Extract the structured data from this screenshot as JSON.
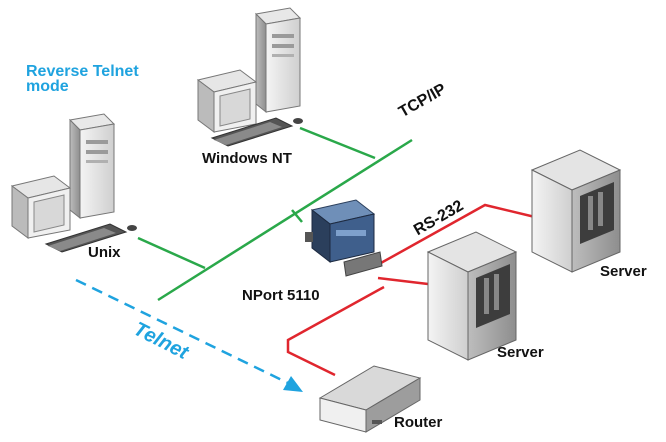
{
  "diagram": {
    "mode_label_line1": "Reverse Telnet",
    "mode_label_line2": "mode",
    "windows_label": "Windows NT",
    "unix_label": "Unix",
    "tcpip_label": "TCP/IP",
    "rs232_label": "RS-232",
    "nport_label": "NPort 5110",
    "server1_label": "Server",
    "server2_label": "Server",
    "router_label": "Router",
    "telnet_label": "Telnet"
  },
  "colors": {
    "network_line": "#2aa84a",
    "serial_line": "#e0262e",
    "telnet_arrow": "#1fa3df",
    "accent_text": "#1fa3df"
  }
}
